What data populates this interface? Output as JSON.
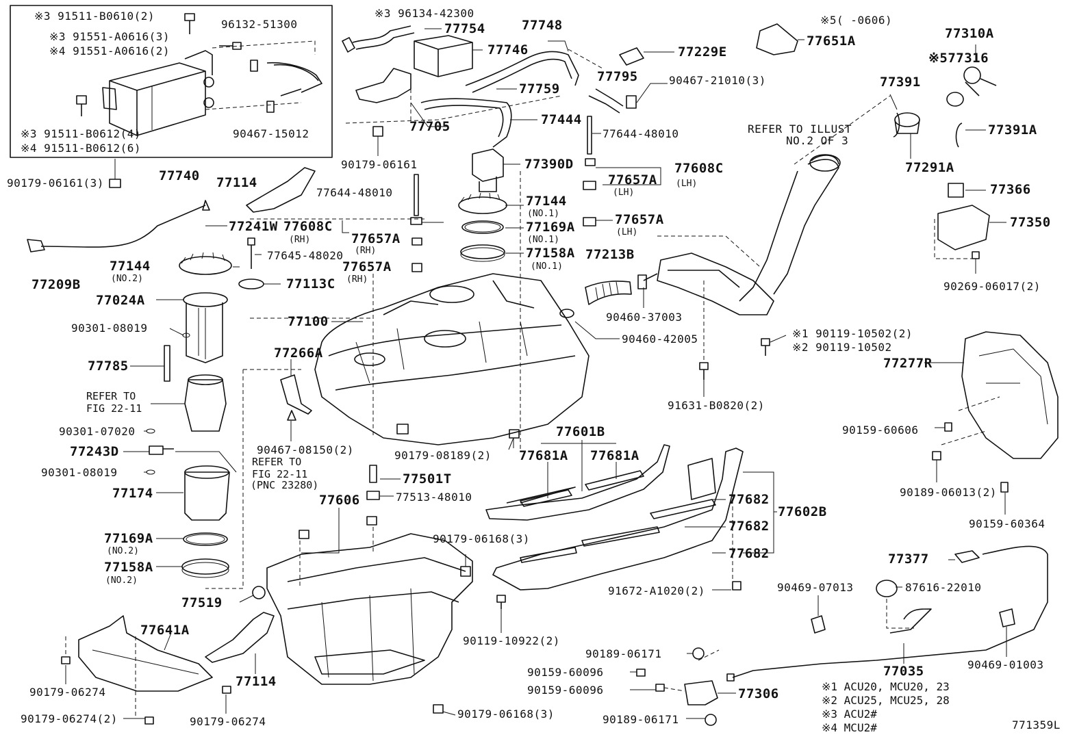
{
  "diagram": {
    "code": "771359L",
    "labels": {
      "p91511_b0610": "※3  91511-B0610(2)",
      "p91551_a0616_3": "※3  91551-A0616(3)",
      "p91551_a0616_2": "※4  91551-A0616(2)",
      "p96132_51300": "96132-51300",
      "p91511_b0612_4": "※3  91511-B0612(4)",
      "p91511_b0612_6": "※4  91511-B0612(6)",
      "p90467_15012": "90467-15012",
      "p90179_06161_3": "90179-06161(3)",
      "p77740": "77740",
      "p96134_42300": "※3  96134-42300",
      "p77754": "77754",
      "p77748": "77748",
      "p77746": "77746",
      "p77759": "77759",
      "p77705": "77705",
      "p90179_06161": "90179-06161",
      "p77229E": "77229E",
      "p77795": "77795",
      "p90467_21010": "90467-21010(3)",
      "p77444": "77444",
      "p77644_48010_a": "77644-48010",
      "p77390D": "77390D",
      "p77608C_lh": "77608C",
      "lh1": "(LH)",
      "p77657A_lh1": "77657A",
      "lh2": "(LH)",
      "p77657A_lh2": "77657A",
      "lh3": "(LH)",
      "note5": "※5(      -0606)",
      "p77651A": "77651A",
      "p77310A": "77310A",
      "p77316": "※577316",
      "p77391": "77391",
      "p77391A": "77391A",
      "p77291A": "77291A",
      "refer_illust": "REFER TO ILLUST",
      "refer_illust2": "NO.2 OF 3",
      "p77366": "77366",
      "p77350": "77350",
      "p90269_06017": "90269-06017(2)",
      "p77114_top": "77114",
      "p77644_48010_b": "77644-48010",
      "p77241W": "77241W",
      "p77608C_rh": "77608C",
      "rh1": "(RH)",
      "p77657A_rh1": "77657A",
      "rh2": "(RH)",
      "p77657A_rh2": "77657A",
      "rh3": "(RH)",
      "p77144_no1": "77144",
      "no1a": "(NO.1)",
      "p77169A_no1": "77169A",
      "no1b": "(NO.1)",
      "p77158A_no1": "77158A",
      "no1c": "(NO.1)",
      "p77209B": "77209B",
      "p77144_no2": "77144",
      "no2a": "(NO.2)",
      "p77645_48020": "77645-48020",
      "p77113C": "77113C",
      "p77213B": "77213B",
      "p77024A": "77024A",
      "p77100": "77100",
      "p90460_37003": "90460-37003",
      "p90460_42005": "90460-42005",
      "p90119_10502_2": "※1  90119-10502(2)",
      "p90119_10502": "※2  90119-10502",
      "p90301_08019_a": "90301-08019",
      "p77785": "77785",
      "p77266A": "77266A",
      "p77277R": "77277R",
      "refer_fig1": "REFER TO",
      "refer_fig1b": "FIG 22-11",
      "p90301_07020": "90301-07020",
      "p90467_08150": "90467-08150(2)",
      "p91631_b0820": "91631-B0820(2)",
      "p90159_60606": "90159-60606",
      "p77601B": "77601B",
      "p90179_08189": "90179-08189(2)",
      "p77681A_1": "77681A",
      "p77681A_2": "77681A",
      "p77243D": "77243D",
      "refer_fig2": "REFER TO",
      "refer_fig2b": "FIG 22-11",
      "refer_fig2c": "(PNC 23280)",
      "p90301_08019_b": "90301-08019",
      "p77501T": "77501T",
      "p77174": "77174",
      "p77513_48010": "77513-48010",
      "p90189_06013": "90189-06013(2)",
      "p77682_1": "77682",
      "p77602B": "77602B",
      "p77606": "77606",
      "p90159_60364": "90159-60364",
      "p77169A_no2": "77169A",
      "no2b": "(NO.2)",
      "p90179_06168_3a": "90179-06168(3)",
      "p77682_2": "77682",
      "p77158A_no2": "77158A",
      "no2c": "(NO.2)",
      "p77682_3": "77682",
      "p77377": "77377",
      "p90469_07013": "90469-07013",
      "p87616_22010": "87616-22010",
      "p77519": "77519",
      "p91672_a1020": "91672-A1020(2)",
      "p77641A": "77641A",
      "p90119_10922": "90119-10922(2)",
      "p90189_06171_a": "90189-06171",
      "p77035": "77035",
      "p90469_01003": "90469-01003",
      "p90159_60096_a": "90159-60096",
      "p90179_06274_a": "90179-06274",
      "p77114_bot": "77114",
      "p90159_60096_b": "90159-60096",
      "p77306": "77306",
      "p90179_06274_2": "90179-06274(2)",
      "p90179_06274_b": "90179-06274",
      "p90179_06168_3b": "90179-06168(3)",
      "p90189_06171_b": "90189-06171",
      "legend1": "※1 ACU20, MCU20, 23",
      "legend2": "※2 ACU25, MCU25, 28",
      "legend3": "※3 ACU2#",
      "legend4": "※4 MCU2#"
    }
  }
}
